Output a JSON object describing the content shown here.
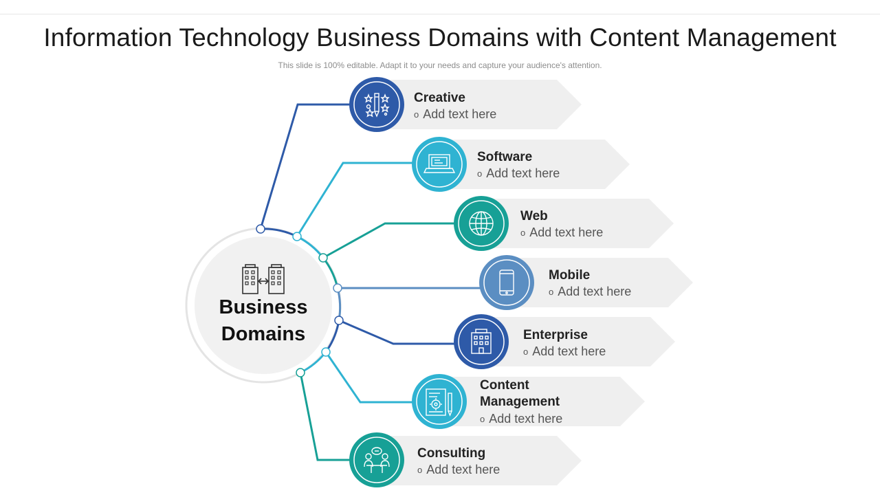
{
  "slide": {
    "title": "Information Technology Business Domains with Content Management",
    "subtitle": "This slide is 100% editable. Adapt it to your needs and capture your audience's attention."
  },
  "center": {
    "label_line1": "Business",
    "label_line2": "Domains",
    "icon": "buildings-exchange-icon"
  },
  "bullet_glyph": "o",
  "items": [
    {
      "title": "Creative",
      "text": "Add text here",
      "icon": "creative-tools-icon",
      "color": "#2e5aa8"
    },
    {
      "title": "Software",
      "text": "Add text here",
      "icon": "laptop-icon",
      "color": "#2fb3d2"
    },
    {
      "title": "Web",
      "text": "Add text here",
      "icon": "globe-icon",
      "color": "#17a096"
    },
    {
      "title": "Mobile",
      "text": "Add text here",
      "icon": "smartphone-icon",
      "color": "#5b8ec2"
    },
    {
      "title": "Enterprise",
      "text": "Add text here",
      "icon": "office-building-icon",
      "color": "#2e5aa8"
    },
    {
      "title": "Content Management",
      "title_line1": "Content",
      "title_line2": "Management",
      "text": "Add text here",
      "icon": "document-gear-icon",
      "color": "#2fb3d2"
    },
    {
      "title": "Consulting",
      "text": "Add text here",
      "icon": "meeting-icon",
      "color": "#17a096"
    }
  ]
}
